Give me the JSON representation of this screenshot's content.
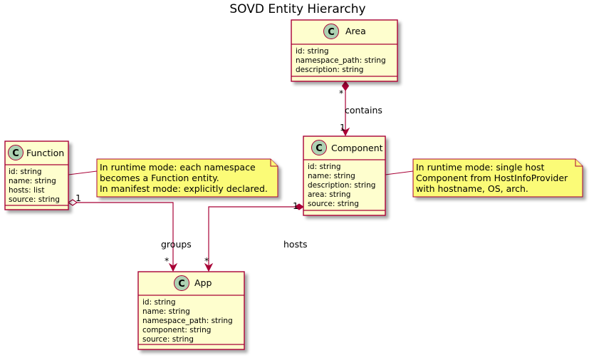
{
  "title": "SOVD Entity Hierarchy",
  "colors": {
    "class_fill": "#FEFECE",
    "class_border": "#A80036",
    "note_fill": "#FBFB77",
    "note_border": "#A80036",
    "circle_fill": "#ADD1B2",
    "edge": "#A80036",
    "shadow": "#b5b5b5"
  },
  "classes": {
    "area": {
      "stereotype_glyph": "C",
      "name": "Area",
      "attributes": [
        "id: string",
        "namespace_path: string",
        "description: string"
      ]
    },
    "component": {
      "stereotype_glyph": "C",
      "name": "Component",
      "attributes": [
        "id: string",
        "name: string",
        "description: string",
        "area: string",
        "source: string"
      ]
    },
    "function": {
      "stereotype_glyph": "C",
      "name": "Function",
      "attributes": [
        "id: string",
        "name: string",
        "hosts: list",
        "source: string"
      ]
    },
    "app": {
      "stereotype_glyph": "C",
      "name": "App",
      "attributes": [
        "id: string",
        "name: string",
        "namespace_path: string",
        "component: string",
        "source: string"
      ]
    }
  },
  "notes": {
    "function_note": [
      "In runtime mode: each namespace",
      "becomes a Function entity.",
      "In manifest mode: explicitly declared."
    ],
    "component_note": [
      "In runtime mode: single host",
      "Component from HostInfoProvider",
      "with hostname, OS, arch."
    ]
  },
  "relations": {
    "area_component": {
      "label": "contains",
      "source_mult": "*",
      "target_mult": "1"
    },
    "function_app": {
      "label": "groups",
      "source_mult": "1",
      "target_mult": "*"
    },
    "component_app": {
      "label": "hosts",
      "source_mult": "1",
      "target_mult": "*"
    }
  }
}
